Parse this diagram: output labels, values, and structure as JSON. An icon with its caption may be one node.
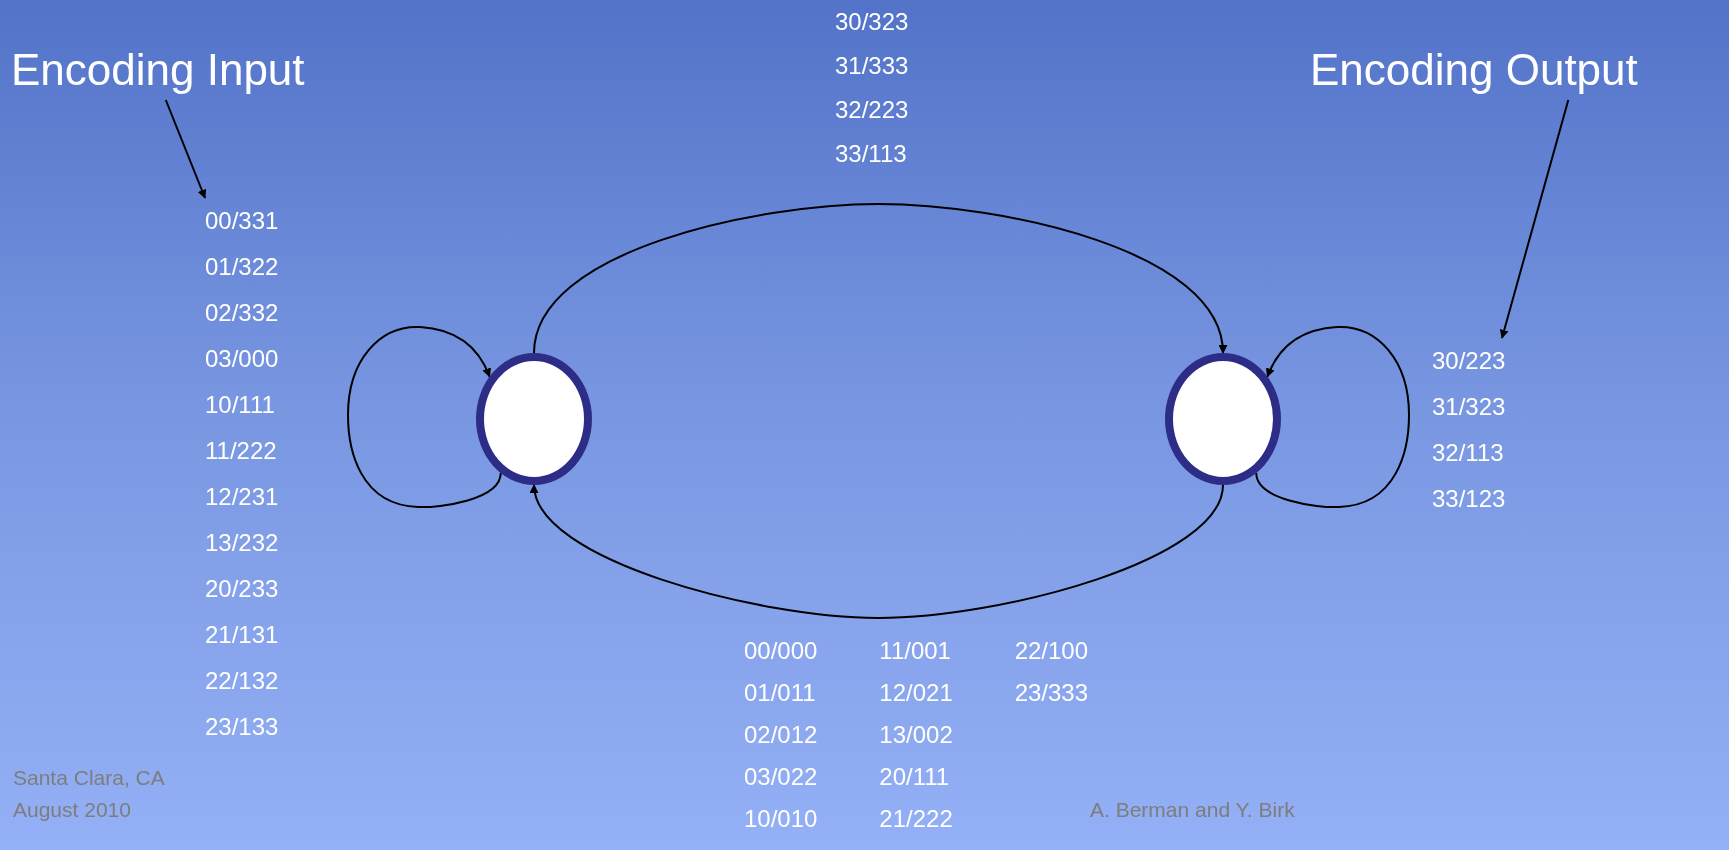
{
  "diagram": {
    "nodes": [
      {
        "text": [
          "Encoding Input"
        ]
      },
      {
        "text": [
          "Encoding Output"
        ]
      },
      {
        "text": [
          "00/331 01/322 02/332 03/000 10/111 11/222 12/231 13/232 20/233 21/131 22/132 23/133"
        ]
      },
      {
        "text": [],
        "shape": "circle"
      },
      {
        "text": [],
        "shape": "circle"
      },
      {
        "text": [
          "30/223 31/323 32/113 33/123"
        ]
      }
    ],
    "edges": [
      {
        "from": 0,
        "to": 2,
        "arrow": "to"
      },
      {
        "from": 1,
        "to": 5,
        "arrow": "to"
      },
      {
        "from": 3,
        "to": 3,
        "arrow": "to"
      },
      {
        "from": 4,
        "to": 4,
        "arrow": "to"
      },
      {
        "from": 3,
        "to": 4,
        "arrow": "to",
        "label": "30/323 31/333 32/223 33/113"
      },
      {
        "from": 4,
        "to": 3,
        "arrow": "to",
        "label": "00/000 01/011 02/012 03/022 10/010 11/001 12/021 13/002 20/111 21/222 22/100 23/333"
      }
    ],
    "labels": [
      "Santa Clara, CA",
      "August 2010",
      "A. Berman and Y. Birk"
    ]
  }
}
